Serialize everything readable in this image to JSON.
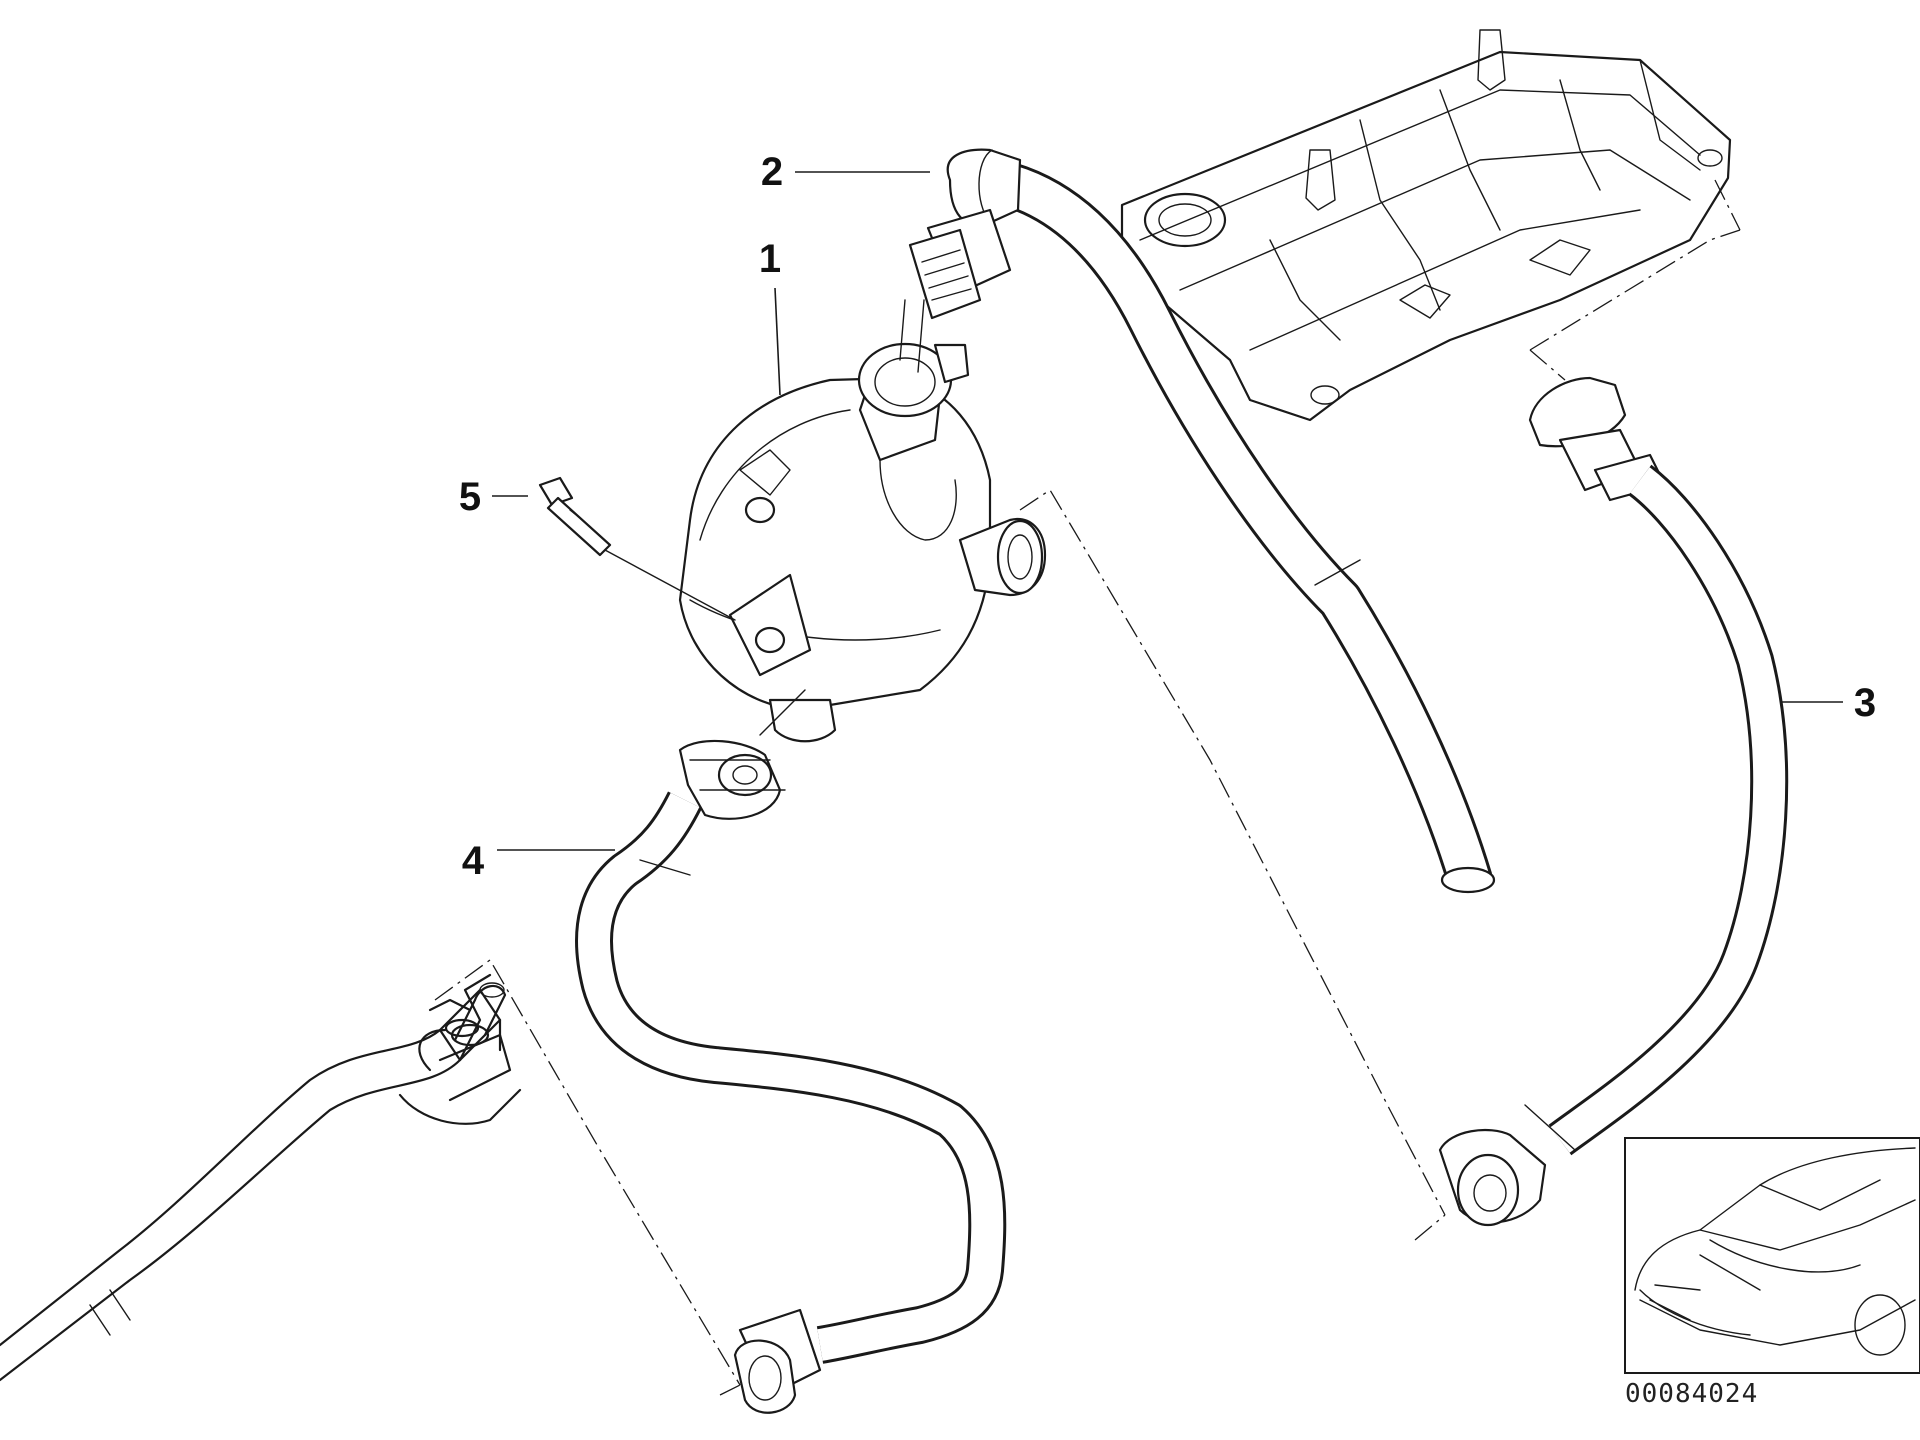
{
  "callouts": [
    {
      "id": "1",
      "label": "1",
      "part": "crankcase-vent-valve"
    },
    {
      "id": "2",
      "label": "2",
      "part": "upper-vent-hose"
    },
    {
      "id": "3",
      "label": "3",
      "part": "side-vent-hose"
    },
    {
      "id": "4",
      "label": "4",
      "part": "lower-vent-hose"
    },
    {
      "id": "5",
      "label": "5",
      "part": "screw"
    }
  ],
  "reference_number": "00084024",
  "colors": {
    "line": "#1a1a1a",
    "background": "#ffffff"
  }
}
